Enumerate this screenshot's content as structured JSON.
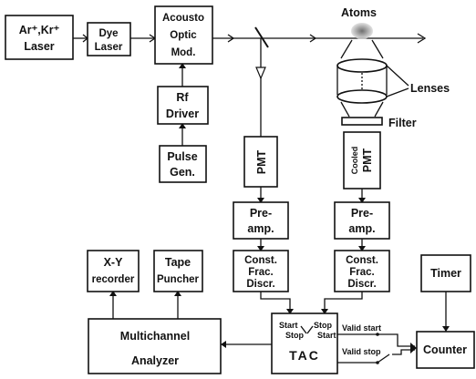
{
  "diagram": {
    "laser": {
      "line1": "Ar⁺,Kr⁺",
      "line2": "Laser"
    },
    "dye_laser": {
      "line1": "Dye",
      "line2": "Laser"
    },
    "aom": {
      "line1": "Acousto",
      "line2": "Optic",
      "line3": "Mod."
    },
    "rf_driver": {
      "line1": "Rf",
      "line2": "Driver"
    },
    "pulse_gen": {
      "line1": "Pulse",
      "line2": "Gen."
    },
    "atoms_label": "Atoms",
    "lenses_label": "Lenses",
    "filter_label": "Filter",
    "pmt1": {
      "label": "PMT"
    },
    "pmt2": {
      "line1": "Cooled",
      "line2": "PMT"
    },
    "preamp1": {
      "line1": "Pre-",
      "line2": "amp."
    },
    "preamp2": {
      "line1": "Pre-",
      "line2": "amp."
    },
    "cfd1": {
      "line1": "Const.",
      "line2": "Frac.",
      "line3": "Discr."
    },
    "cfd2": {
      "line1": "Const.",
      "line2": "Frac.",
      "line3": "Discr."
    },
    "timer": {
      "label": "Timer"
    },
    "xy_recorder": {
      "line1": "X-Y",
      "line2": "recorder"
    },
    "tape_puncher": {
      "line1": "Tape",
      "line2": "Puncher"
    },
    "mca": {
      "line1": "Multichannel",
      "line2": "Analyzer"
    },
    "tac": {
      "label": "TAC",
      "start_top": "Start",
      "stop_bottom": "Stop",
      "stop_top": "Stop",
      "start_bottom": "Start"
    },
    "valid_start_label": "Valid start",
    "valid_stop_label": "Valid stop",
    "counter": {
      "label": "Counter"
    }
  }
}
